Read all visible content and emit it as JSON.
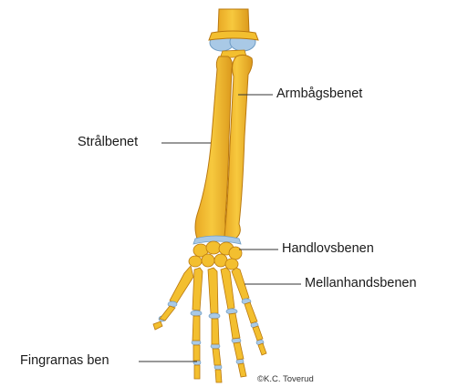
{
  "diagram": {
    "labels": {
      "ulna": "Armbågsbenet",
      "radius": "Strålbenet",
      "carpals": "Handlovsbenen",
      "metacarpals": "Mellanhandsbenen",
      "phalanges": "Fingrarnas ben"
    },
    "credit": "©K.C. Toverud",
    "colors": {
      "bone": "#f3bf2f",
      "bone_shade": "#d8951a",
      "bone_outline": "#b9780f",
      "cartilage": "#a9c9e6",
      "cartilage_outline": "#6f9cc4",
      "leader_line": "#333333"
    }
  }
}
